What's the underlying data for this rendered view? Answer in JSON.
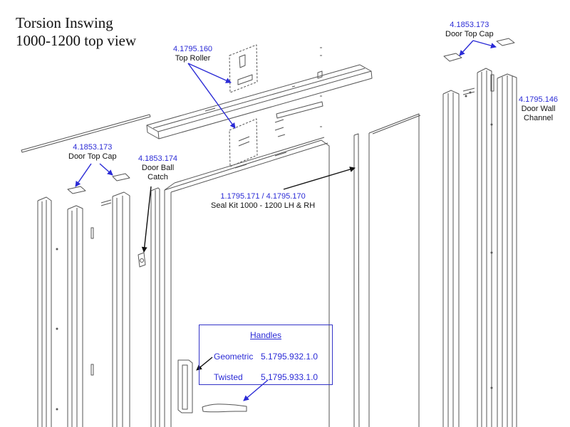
{
  "title": {
    "line1": "Torsion Inswing",
    "line2": "1000-1200 top view"
  },
  "labels": {
    "top_roller": {
      "part": "4.1795.160",
      "name": "Top Roller"
    },
    "door_top_cap_right": {
      "part": "4.1853.173",
      "name": "Door Top Cap"
    },
    "door_top_cap_left": {
      "part": "4.1853.173",
      "name": "Door Top Cap"
    },
    "door_ball_catch": {
      "part": "4.1853.174",
      "name_line1": "Door Ball",
      "name_line2": "Catch"
    },
    "door_wall_channel": {
      "part": "4.1795.146",
      "name_line1": "Door Wall",
      "name_line2": "Channel"
    },
    "seal_kit": {
      "part": "1.1795.171 / 4.1795.170",
      "name": "Seal Kit 1000 - 1200 LH & RH"
    }
  },
  "handles": {
    "title": "Handles",
    "items": [
      {
        "name": "Geometric",
        "part": "5.1795.932.1.0"
      },
      {
        "name": "Twisted",
        "part": "5.1795.933.1.0"
      }
    ]
  },
  "colors": {
    "callout_blue": "#2b2bd6",
    "line_black": "#111111",
    "drawing_gray": "#555555"
  }
}
